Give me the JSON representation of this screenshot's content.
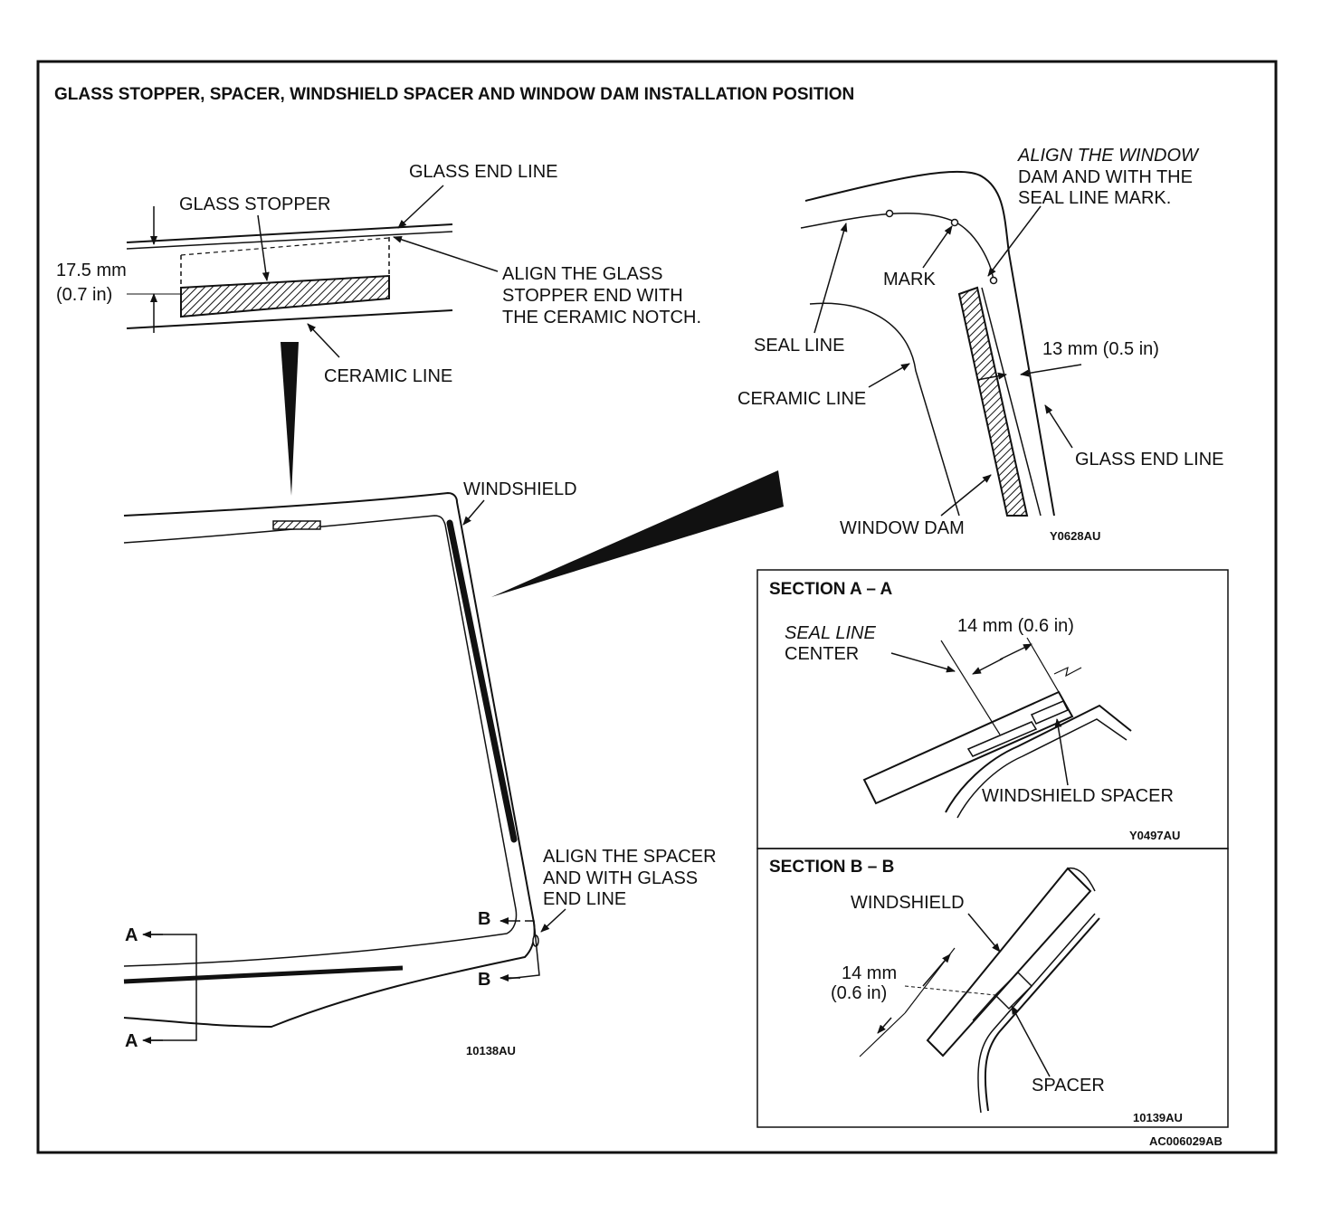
{
  "title": "GLASS STOPPER, SPACER, WINDSHIELD SPACER AND WINDOW DAM INSTALLATION POSITION",
  "glass_stopper_detail": {
    "glass_end_line": "GLASS END LINE",
    "glass_stopper": "GLASS STOPPER",
    "dimension_mm": "17.5 mm",
    "dimension_in": "(0.7 in)",
    "align_note_1": "ALIGN THE GLASS",
    "align_note_2": "STOPPER END WITH",
    "align_note_3": "THE CERAMIC NOTCH.",
    "ceramic_line": "CERAMIC LINE"
  },
  "window_dam_detail": {
    "align_note_1": "ALIGN THE WINDOW",
    "align_note_2": "DAM AND WITH THE",
    "align_note_3": "SEAL LINE MARK.",
    "mark": "MARK",
    "seal_line": "SEAL LINE",
    "dimension": "13 mm (0.5 in)",
    "ceramic_line": "CERAMIC LINE",
    "glass_end_line": "GLASS END LINE",
    "window_dam": "WINDOW DAM",
    "code": "Y0628AU"
  },
  "windshield_view": {
    "windshield": "WINDSHIELD",
    "spacer_note_1": "ALIGN THE SPACER",
    "spacer_note_2": "AND WITH GLASS",
    "spacer_note_3": "END LINE",
    "b_upper": "B",
    "b_lower": "B",
    "a_upper": "A",
    "a_lower": "A",
    "code": "10138AU"
  },
  "section_a": {
    "title": "SECTION A – A",
    "seal_line_center_1": "SEAL LINE",
    "seal_line_center_2": "CENTER",
    "dimension": "14 mm (0.6 in)",
    "windshield_spacer": "WINDSHIELD SPACER",
    "code": "Y0497AU"
  },
  "section_b": {
    "title": "SECTION B – B",
    "windshield": "WINDSHIELD",
    "dimension_mm": "14 mm",
    "dimension_in": "(0.6 in)",
    "spacer": "SPACER",
    "code": "10139AU"
  },
  "figure_code": "AC006029AB"
}
